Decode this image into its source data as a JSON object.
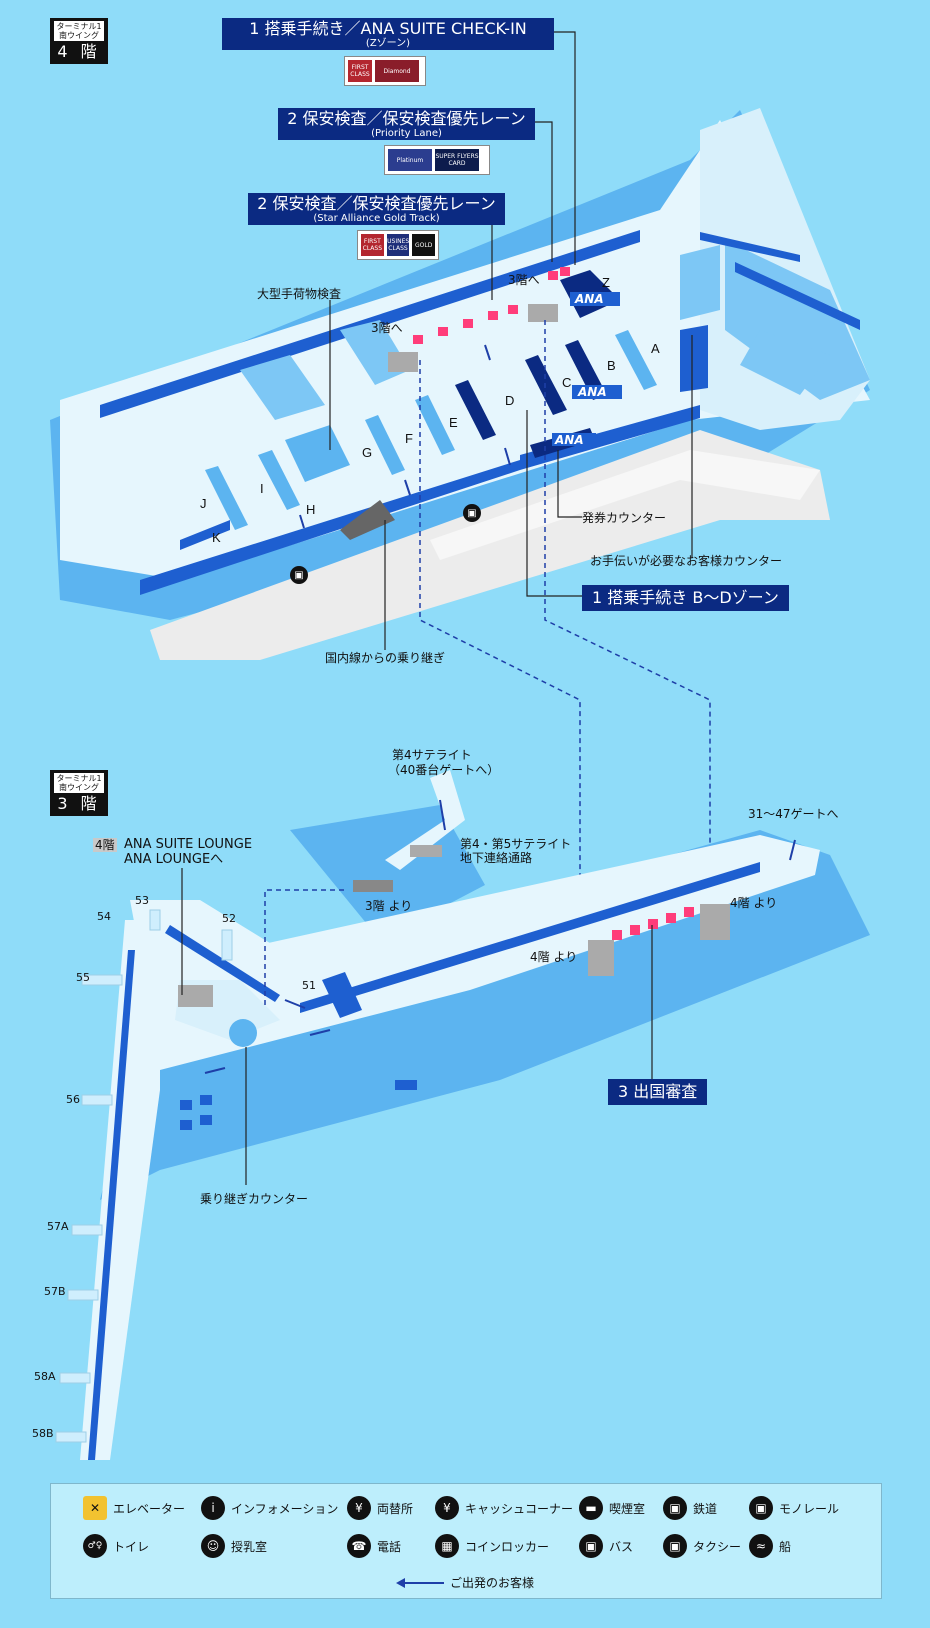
{
  "floors": {
    "upper": {
      "tag": "ターミナル1 南ウイング",
      "label": "4 階"
    },
    "lower": {
      "tag": "ターミナル1 南ウイング",
      "label": "3 階"
    }
  },
  "headers": {
    "checkin_suite": {
      "label": "1 搭乗手続き／ANA SUITE CHECK-IN",
      "sub": "(Zゾーン)"
    },
    "priority_lane": {
      "label": "2 保安検査／保安検査優先レーン",
      "sub": "(Priority Lane)"
    },
    "gold_track": {
      "label": "2 保安検査／保安検査優先レーン",
      "sub": "(Star Alliance Gold Track)"
    },
    "checkin_bd": {
      "label": "1 搭乗手続き B～Dゾーン"
    },
    "immigration": {
      "label": "3 出国審査"
    }
  },
  "cards": {
    "suite": [
      "FIRST CLASS",
      "Diamond"
    ],
    "priority": [
      "Platinum",
      "SUPER FLYERS CARD"
    ],
    "gold": [
      "FIRST CLASS",
      "BUSINESS CLASS",
      "GOLD"
    ]
  },
  "upper_labels": {
    "oversize": "大型手荷物検査",
    "to3f_left": "3階へ",
    "to3f_right": "3階へ",
    "ticket": "発券カウンター",
    "assist": "お手伝いが必要なお客様カウンター",
    "domestic": "国内線からの乗り継ぎ",
    "brand": "ANA"
  },
  "zones": [
    "Z",
    "A",
    "B",
    "C",
    "D",
    "E",
    "F",
    "G",
    "H",
    "I",
    "J",
    "K"
  ],
  "lower_labels": {
    "sat4": "第4サテライト",
    "sat4_sub": "（40番台ゲートへ）",
    "tunnel1": "第4・第5サテライト",
    "tunnel2": "地下連絡通路",
    "from3f": "3階 より",
    "from4f_mid": "4階 より",
    "from4f_right": "4階 より",
    "gates_to": "31～47ゲートへ",
    "lounge_floor": "4階",
    "lounge1": "ANA SUITE LOUNGE",
    "lounge2": "ANA LOUNGEへ",
    "transfer": "乗り継ぎカウンター"
  },
  "gates": [
    "51",
    "52",
    "53",
    "54",
    "55",
    "56",
    "57A",
    "57B",
    "58A",
    "58B"
  ],
  "legend": [
    {
      "icon": "elevator-icon",
      "glyph": "✕",
      "label": "エレベーター"
    },
    {
      "icon": "information-icon",
      "glyph": "i",
      "label": "インフォメーション"
    },
    {
      "icon": "currency-exchange-icon",
      "glyph": "¥",
      "label": "両替所"
    },
    {
      "icon": "atm-icon",
      "glyph": "¥",
      "label": "キャッシュコーナー"
    },
    {
      "icon": "smoking-room-icon",
      "glyph": "▬",
      "label": "喫煙室"
    },
    {
      "icon": "train-icon",
      "glyph": "▣",
      "label": "鉄道"
    },
    {
      "icon": "monorail-icon",
      "glyph": "▣",
      "label": "モノレール"
    },
    {
      "icon": "toilet-icon",
      "glyph": "♂♀",
      "label": "トイレ"
    },
    {
      "icon": "nursing-room-icon",
      "glyph": "☺",
      "label": "授乳室"
    },
    {
      "icon": "telephone-icon",
      "glyph": "☎",
      "label": "電話"
    },
    {
      "icon": "coin-locker-icon",
      "glyph": "▦",
      "label": "コインロッカー"
    },
    {
      "icon": "bus-icon",
      "glyph": "▣",
      "label": "バス"
    },
    {
      "icon": "taxi-icon",
      "glyph": "▣",
      "label": "タクシー"
    },
    {
      "icon": "ship-icon",
      "glyph": "≈",
      "label": "船"
    }
  ],
  "legend_route": "ご出発のお客様",
  "colors": {
    "background": "#8fdcf9",
    "floor": "#e6f6fd",
    "wall": "#1e5fd0",
    "navy": "#0b2a82",
    "counter": "#ff3d7a"
  }
}
